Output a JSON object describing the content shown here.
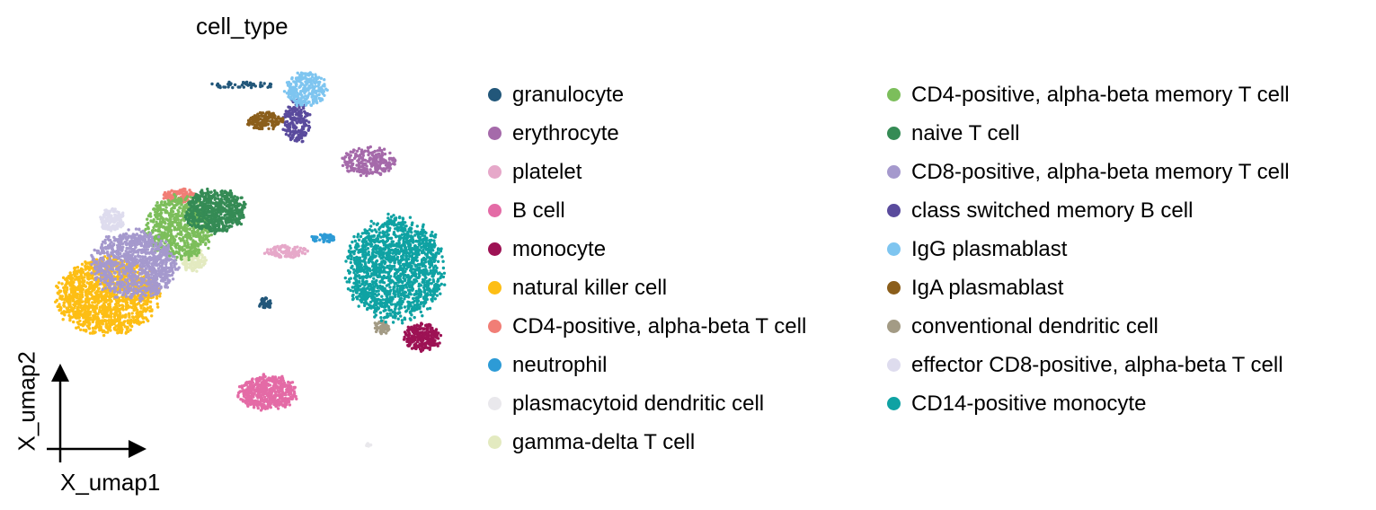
{
  "chart_data": {
    "type": "scatter",
    "title": "cell_type",
    "xlabel": "X_umap1",
    "ylabel": "X_umap2",
    "xlim": [
      0,
      100
    ],
    "ylim": [
      0,
      100
    ],
    "grid": false,
    "legend_position": "right",
    "categories": [
      {
        "name": "granulocyte",
        "color": "#22577A",
        "clusters": [
          [
            51.1,
            38.0,
            1.5,
            1.5,
            40
          ],
          [
            45.7,
            93.2,
            8,
            0.8,
            50
          ]
        ]
      },
      {
        "name": "erythrocyte",
        "color": "#A56AAA",
        "clusters": [
          [
            76.1,
            73.9,
            6.5,
            3.5,
            260
          ]
        ]
      },
      {
        "name": "platelet",
        "color": "#E6A8C9",
        "clusters": [
          [
            56.1,
            51.1,
            5,
            1.6,
            120
          ]
        ]
      },
      {
        "name": "B cell",
        "color": "#E46BA6",
        "clusters": [
          [
            51.7,
            15.5,
            7,
            4.3,
            500
          ]
        ]
      },
      {
        "name": "monocyte",
        "color": "#9D1254",
        "clusters": [
          [
            89.1,
            29.5,
            4.5,
            3.4,
            250
          ]
        ]
      },
      {
        "name": "natural killer cell",
        "color": "#FDBE15",
        "clusters": [
          [
            13.0,
            39.8,
            12,
            9.5,
            1400
          ]
        ]
      },
      {
        "name": "CD4-positive, alpha-beta T cell",
        "color": "#F17E76",
        "clusters": [
          [
            30.4,
            65.2,
            4,
            1.8,
            120
          ]
        ]
      },
      {
        "name": "neutrophil",
        "color": "#2D9BD6",
        "clusters": [
          [
            65.2,
            54.5,
            3.3,
            1.0,
            60
          ]
        ]
      },
      {
        "name": "plasmacytoid dendritic cell",
        "color": "#E9E8EC",
        "clusters": [
          [
            76.1,
            2.3,
            0.6,
            0.6,
            10
          ]
        ]
      },
      {
        "name": "gamma-delta T cell",
        "color": "#E3EAC0",
        "clusters": [
          [
            33.7,
            48.9,
            3,
            3,
            120
          ]
        ]
      },
      {
        "name": "CD4-positive, alpha-beta memory T cell",
        "color": "#7CBE5B",
        "clusters": [
          [
            30.4,
            57.0,
            8,
            8,
            700
          ]
        ]
      },
      {
        "name": "naive T cell",
        "color": "#358B55",
        "clusters": [
          [
            39.1,
            61.4,
            7.5,
            5.5,
            600
          ]
        ]
      },
      {
        "name": "CD8-positive, alpha-beta memory T cell",
        "color": "#A599CD",
        "clusters": [
          [
            19.5,
            47.7,
            10,
            8.5,
            1000
          ]
        ]
      },
      {
        "name": "class switched memory B cell",
        "color": "#5A4B9D",
        "clusters": [
          [
            58.7,
            84.1,
            3.3,
            5.5,
            200
          ]
        ]
      },
      {
        "name": "IgG plasmablast",
        "color": "#7EC5F0",
        "clusters": [
          [
            60.9,
            92.0,
            5,
            4.5,
            250
          ]
        ]
      },
      {
        "name": "IgA plasmablast",
        "color": "#8B5E1B",
        "clusters": [
          [
            51.1,
            84.1,
            4.3,
            2.2,
            150
          ]
        ]
      },
      {
        "name": "conventional dendritic cell",
        "color": "#A39B85",
        "clusters": [
          [
            79.3,
            31.8,
            2,
            2,
            50
          ]
        ]
      },
      {
        "name": "effector CD8-positive, alpha-beta T cell",
        "color": "#DEDCEE",
        "clusters": [
          [
            14.1,
            59.1,
            3,
            3,
            150
          ]
        ]
      },
      {
        "name": "CD14-positive monocyte",
        "color": "#0FA2A3",
        "clusters": [
          [
            82.6,
            46.6,
            11.5,
            13,
            1600
          ]
        ]
      }
    ]
  }
}
